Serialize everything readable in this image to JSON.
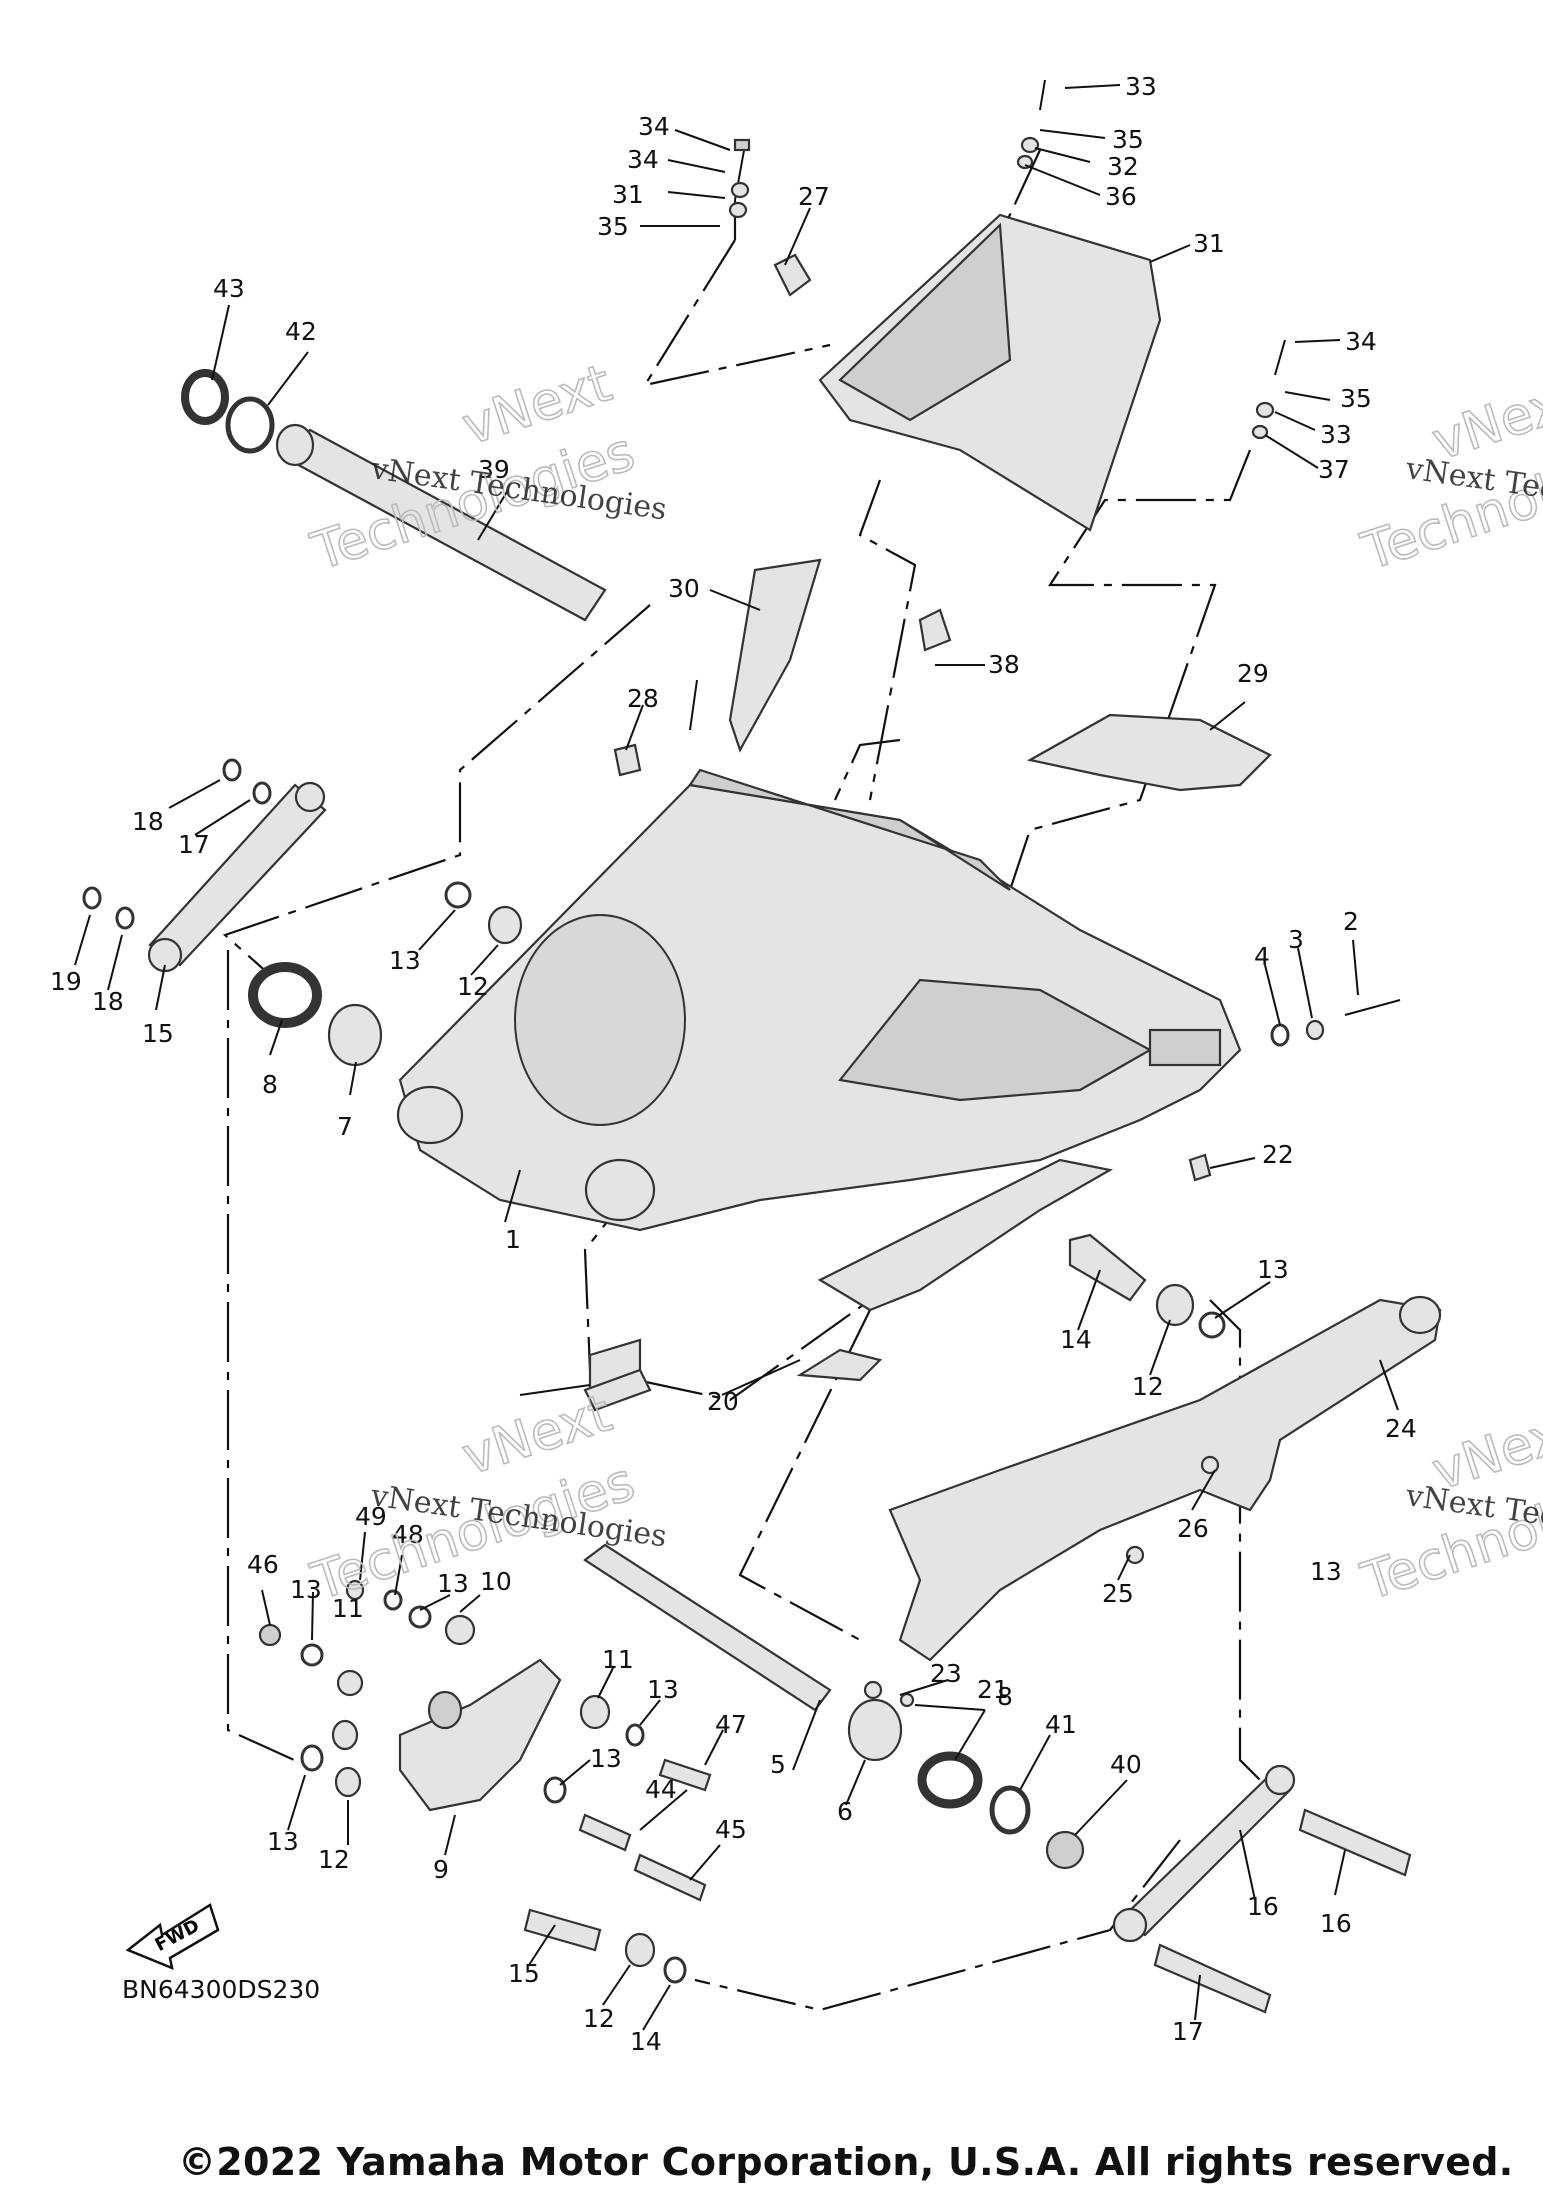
{
  "diagram": {
    "code": "BN64300DS230",
    "fwd": "FWD",
    "watermark_line1": "vNext Technologies",
    "watermark_outline_a": "vNext",
    "watermark_outline_b": "Technologies",
    "copyright": "©2022 Yamaha Motor Corporation, U.S.A. All rights reserved."
  },
  "callouts": [
    "1",
    "2",
    "3",
    "4",
    "5",
    "6",
    "7",
    "8",
    "8",
    "9",
    "10",
    "11",
    "11",
    "12",
    "12",
    "12",
    "12",
    "13",
    "13",
    "13",
    "13",
    "13",
    "13",
    "13",
    "13",
    "14",
    "14",
    "15",
    "15",
    "16",
    "16",
    "17",
    "17",
    "18",
    "18",
    "19",
    "20",
    "21",
    "22",
    "23",
    "24",
    "25",
    "26",
    "27",
    "28",
    "29",
    "30",
    "31",
    "31",
    "32",
    "33",
    "33",
    "34",
    "34",
    "34",
    "35",
    "35",
    "35",
    "36",
    "37",
    "38",
    "39",
    "40",
    "41",
    "42",
    "43",
    "44",
    "45",
    "46",
    "47",
    "48",
    "49"
  ]
}
